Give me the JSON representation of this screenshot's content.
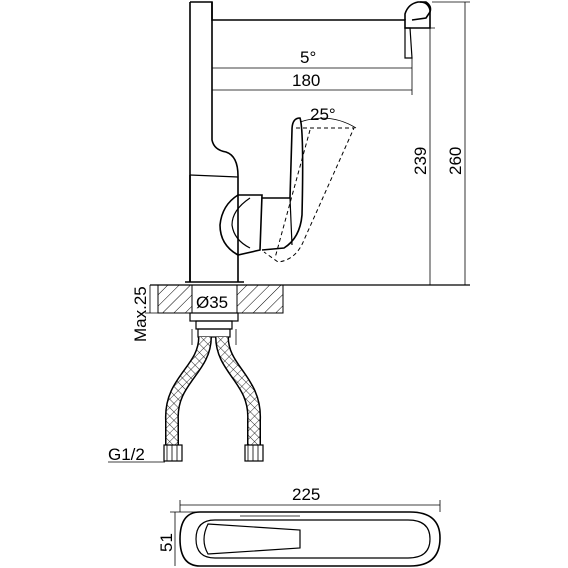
{
  "labels": {
    "angle_spout": "5°",
    "reach": "180",
    "angle_lever": "25°",
    "height_spout": "239",
    "height_total": "260",
    "deck_max": "Max.25",
    "hole_diameter": "Ø35",
    "thread": "G1/2",
    "length_top": "225",
    "width_top": "51"
  }
}
